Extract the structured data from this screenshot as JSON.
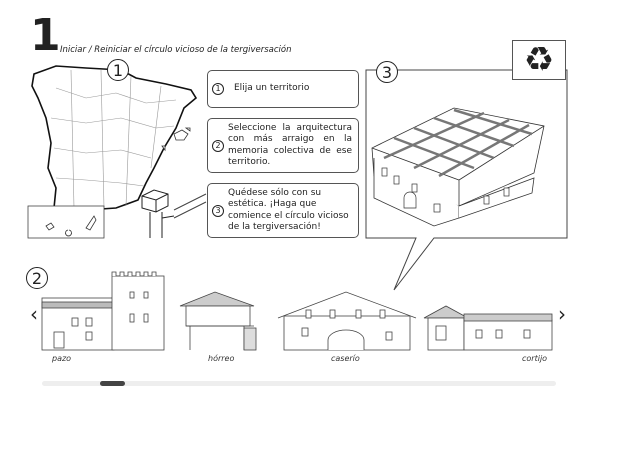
{
  "header": {
    "step": "1",
    "subtitle": "Iniciar / Reiniciar el círculo vicioso de la tergiversación"
  },
  "markers": {
    "one": "1",
    "two": "2",
    "three": "3"
  },
  "steps": [
    {
      "num": "1",
      "text": "Elija un territorio"
    },
    {
      "num": "2",
      "text": "Seleccione la arquitectura con más arraigo en la memoria colectiva de ese territorio."
    },
    {
      "num": "3",
      "text": "Quédese sólo con su estética. ¡Haga que comience el círculo vicioso de la tergiversación!"
    }
  ],
  "carousel": {
    "items": [
      {
        "label": "pazo"
      },
      {
        "label": "hórreo"
      },
      {
        "label": "caserío"
      },
      {
        "label": "cortijo"
      }
    ],
    "prev": "‹",
    "next": "›",
    "scroll_position": 0.12
  },
  "icons": {
    "recycle": "recycle-icon",
    "map": "spain-map-icon"
  }
}
